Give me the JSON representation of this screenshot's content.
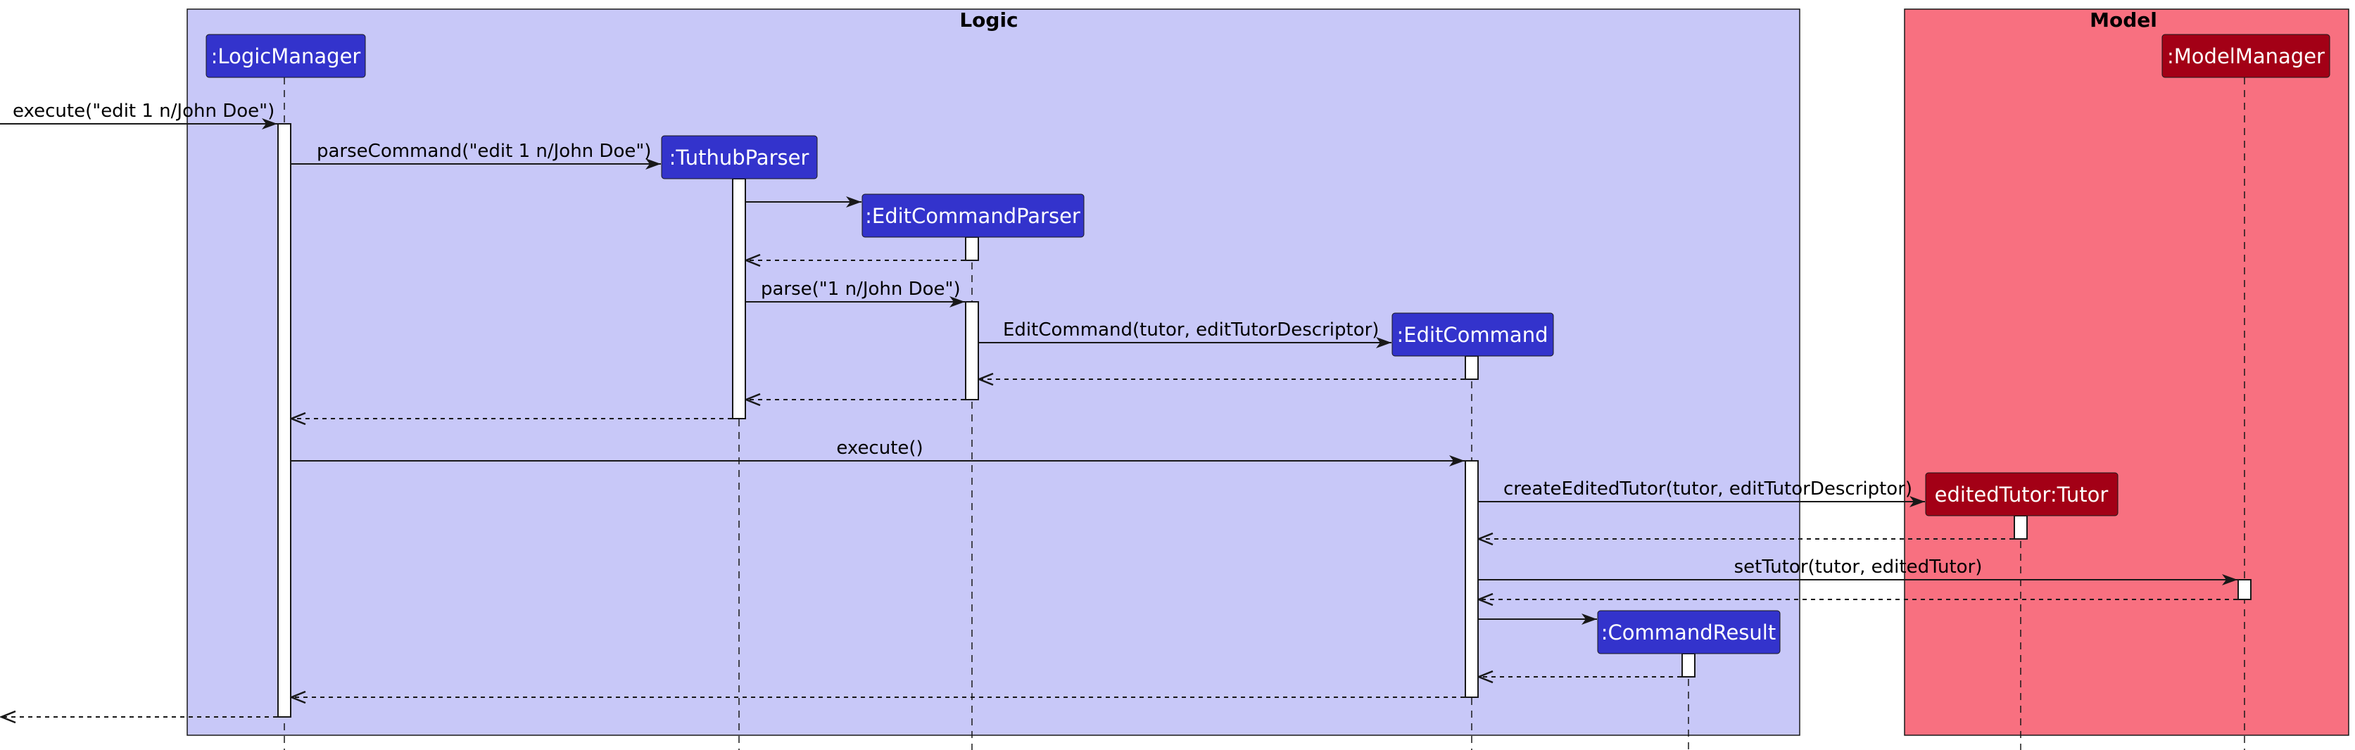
{
  "boxes": [
    {
      "id": "logic",
      "title": "Logic",
      "color": "#C8C8F8"
    },
    {
      "id": "model",
      "title": "Model",
      "color": "#F87080"
    }
  ],
  "participants": [
    {
      "id": "lm",
      "label": ":LogicManager",
      "box": "logic",
      "color": "#3333CC"
    },
    {
      "id": "tp",
      "label": ":TuthubParser",
      "box": "logic",
      "color": "#3333CC"
    },
    {
      "id": "ecp",
      "label": ":EditCommandParser",
      "box": "logic",
      "color": "#3333CC"
    },
    {
      "id": "ec",
      "label": ":EditCommand",
      "box": "logic",
      "color": "#3333CC"
    },
    {
      "id": "cr",
      "label": ":CommandResult",
      "box": "logic",
      "color": "#3333CC"
    },
    {
      "id": "et",
      "label": "editedTutor:Tutor",
      "box": "model",
      "color": "#A30016"
    },
    {
      "id": "mm",
      "label": ":ModelManager",
      "box": "model",
      "color": "#A30016"
    }
  ],
  "messages": [
    {
      "from": "external",
      "to": "lm",
      "label": "execute(\"edit 1 n/John Doe\")",
      "kind": "call"
    },
    {
      "from": "lm",
      "to": "tp",
      "label": "parseCommand(\"edit 1 n/John Doe\")",
      "kind": "call"
    },
    {
      "from": "tp",
      "to": "ecp",
      "label": "",
      "kind": "create"
    },
    {
      "from": "ecp",
      "to": "tp",
      "label": "",
      "kind": "return"
    },
    {
      "from": "tp",
      "to": "ecp",
      "label": "parse(\"1 n/John Doe\")",
      "kind": "call"
    },
    {
      "from": "ecp",
      "to": "ec",
      "label": "EditCommand(tutor, editTutorDescriptor)",
      "kind": "create"
    },
    {
      "from": "ec",
      "to": "ecp",
      "label": "",
      "kind": "return"
    },
    {
      "from": "ecp",
      "to": "tp",
      "label": "",
      "kind": "return"
    },
    {
      "from": "tp",
      "to": "lm",
      "label": "",
      "kind": "return"
    },
    {
      "from": "lm",
      "to": "ec",
      "label": "execute()",
      "kind": "call"
    },
    {
      "from": "ec",
      "to": "et",
      "label": "createEditedTutor(tutor, editTutorDescriptor)",
      "kind": "create"
    },
    {
      "from": "et",
      "to": "ec",
      "label": "",
      "kind": "return"
    },
    {
      "from": "ec",
      "to": "mm",
      "label": "setTutor(tutor, editedTutor)",
      "kind": "call"
    },
    {
      "from": "mm",
      "to": "ec",
      "label": "",
      "kind": "return"
    },
    {
      "from": "ec",
      "to": "cr",
      "label": "",
      "kind": "create"
    },
    {
      "from": "cr",
      "to": "ec",
      "label": "",
      "kind": "return"
    },
    {
      "from": "ec",
      "to": "lm",
      "label": "",
      "kind": "return"
    },
    {
      "from": "lm",
      "to": "external",
      "label": "",
      "kind": "return"
    }
  ]
}
